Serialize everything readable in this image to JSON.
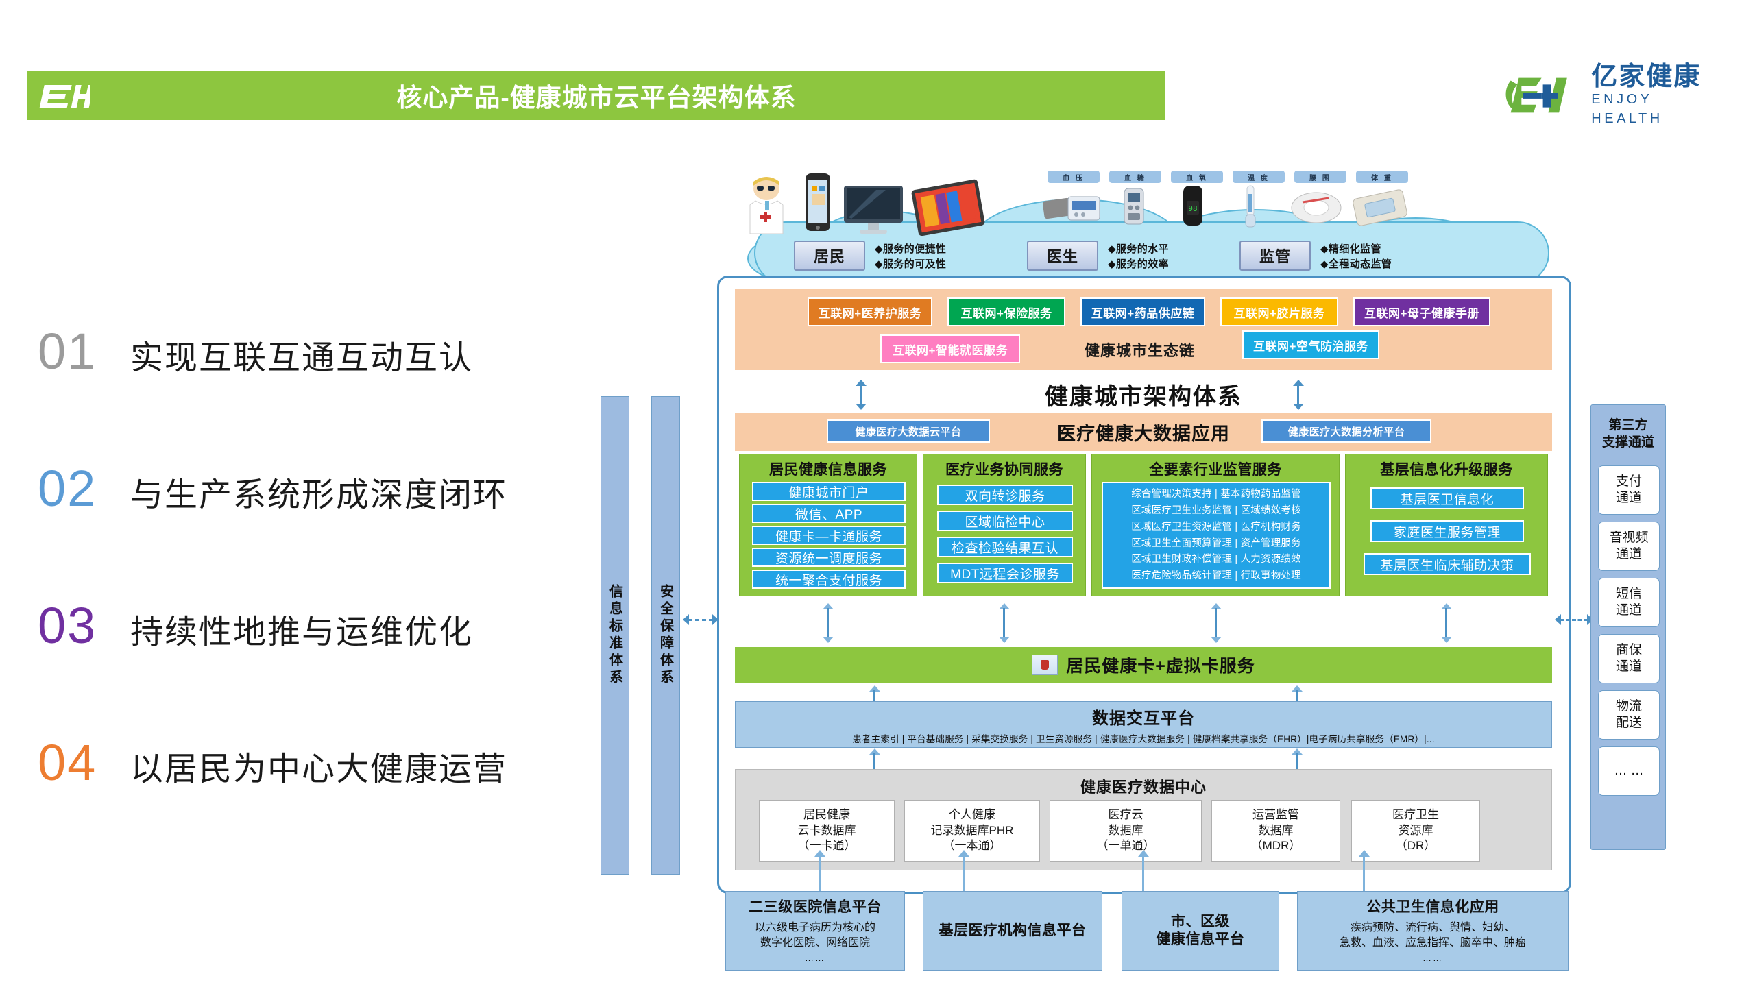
{
  "header": {
    "title": "核心产品-健康城市云平台架构体系",
    "band_color": "#8dc63f",
    "left_logo_mark": "EH",
    "brand_cn": "亿家健康",
    "brand_en": "ENJOY HEALTH",
    "brand_color": "#1f5c99"
  },
  "numbered_list": [
    {
      "num": "01",
      "text": "实现互联互通互动互认",
      "color": "#9b9b9b"
    },
    {
      "num": "02",
      "text": "与生产系统形成深度闭环",
      "color": "#5b9bd5"
    },
    {
      "num": "03",
      "text": "持续性地推与运维优化",
      "color": "#7030a0"
    },
    {
      "num": "04",
      "text": "以居民为中心大健康运营",
      "color": "#ed7d31"
    }
  ],
  "devices": {
    "chips": [
      "血 压",
      "血 糖",
      "血 氧",
      "温 度",
      "腰 围",
      "体 重"
    ]
  },
  "cloud": {
    "roles": [
      {
        "label": "居民",
        "bullets": [
          "◆服务的便捷性",
          "◆服务的可及性"
        ]
      },
      {
        "label": "医生",
        "bullets": [
          "◆服务的水平",
          "◆服务的效率"
        ]
      },
      {
        "label": "监管",
        "bullets": [
          "◆精细化监管",
          "◆全程动态监管"
        ]
      }
    ]
  },
  "ecosystem": {
    "label": "健康城市生态链",
    "chips_row1": [
      {
        "text": "互联网+医养护服务",
        "color": "#e07b22"
      },
      {
        "text": "互联网+保险服务",
        "color": "#00a651"
      },
      {
        "text": "互联网+药品供应链",
        "color": "#1268b3"
      },
      {
        "text": "互联网+胶片服务",
        "color": "#fbb900"
      },
      {
        "text": "互联网+母子健康手册",
        "color": "#7030a0"
      }
    ],
    "chips_row2": [
      {
        "text": "互联网+智能就医服务",
        "color": "#ff7ec1"
      },
      {
        "text": "互联网+空气防治服务",
        "color": "#1aace3"
      }
    ]
  },
  "architecture_title": "健康城市架构体系",
  "bigdata": {
    "title": "医疗健康大数据应用",
    "left_chip": "健康医疗大数据云平台",
    "right_chip": "健康医疗大数据分析平台"
  },
  "service_columns": [
    {
      "title": "居民健康信息服务",
      "items": [
        "健康城市门户",
        "微信、APP",
        "健康卡—卡通服务",
        "资源统一调度服务",
        "统一聚合支付服务"
      ]
    },
    {
      "title": "医疗业务协同服务",
      "items": [
        "双向转诊服务",
        "区域临检中心",
        "检查检验结果互认",
        "MDT远程会诊服务"
      ]
    },
    {
      "title": "全要素行业监管服务",
      "lines": [
        "综合管理决策支持 | 基本药物药品监管",
        "区域医疗卫生业务监管 | 区域绩效考核",
        "区域医疗卫生资源监管 | 医疗机构财务",
        "区域卫生全面预算管理 | 资产管理服务",
        "区域卫生财政补偿管理 | 人力资源绩效",
        "医疗危险物品统计管理 | 行政事物处理"
      ]
    },
    {
      "title": "基层信息化升级服务",
      "items": [
        "基层医卫信息化",
        "家庭医生服务管理",
        "基层医生临床辅助决策"
      ]
    }
  ],
  "health_card_bar": {
    "text": "居民健康卡+虚拟卡服务",
    "icon": "health-card-icon"
  },
  "data_exchange": {
    "title": "数据交互平台",
    "subtitle": "患者主索引 | 平台基础服务 | 采集交换服务 | 卫生资源服务 | 健康医疗大数据服务 | 健康档案共享服务（EHR）|电子病历共享服务（EMR）|..."
  },
  "data_center": {
    "title": "健康医疗数据中心",
    "databases": [
      {
        "l1": "居民健康",
        "l2": "云卡数据库",
        "l3": "（一卡通）"
      },
      {
        "l1": "个人健康",
        "l2": "记录数据库PHR",
        "l3": "（一本通）"
      },
      {
        "l1": "医疗云",
        "l2": "数据库",
        "l3": "（一单通）"
      },
      {
        "l1": "运营监管",
        "l2": "数据库",
        "l3": "（MDR）"
      },
      {
        "l1": "医疗卫生",
        "l2": "资源库",
        "l3": "（DR）"
      }
    ]
  },
  "bottom_platforms": [
    {
      "title": "二三级医院信息平台",
      "sub": "以六级电子病历为核心的\n数字化医院、网络医院",
      "dots": "……"
    },
    {
      "title": "基层医疗机构信息平台",
      "sub": "",
      "dots": ""
    },
    {
      "title": "市、区级\n健康信息平台",
      "sub": "",
      "dots": ""
    },
    {
      "title": "公共卫生信息化应用",
      "sub": "疾病预防、流行病、舆情、妇幼、\n急救、血液、应急指挥、脑卒中、肿瘤",
      "dots": "……"
    }
  ],
  "vertical_bars": [
    {
      "text": "信息标准体系"
    },
    {
      "text": "安全保障体系"
    }
  ],
  "third_party": {
    "title": "第三方\n支撑通道",
    "items": [
      "支付\n通道",
      "音视频\n通道",
      "短信\n通道",
      "商保\n通道",
      "物流\n配送",
      "… …"
    ]
  }
}
